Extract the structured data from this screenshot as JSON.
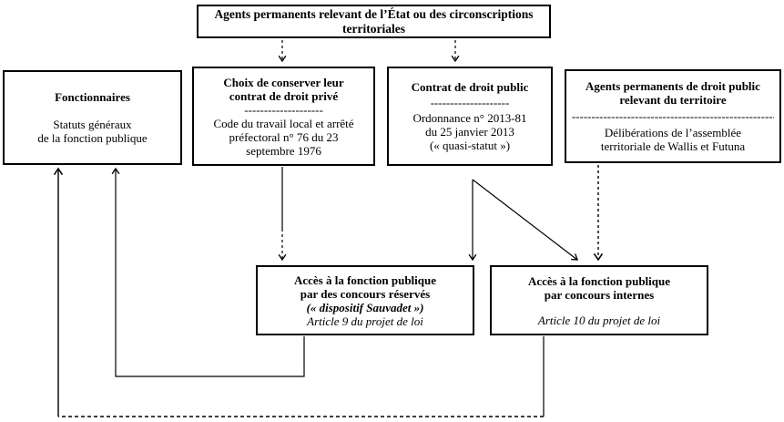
{
  "boxes": {
    "agents_etat": {
      "title": "Agents permanents relevant de l’État ou des circonscriptions\nterritoriales"
    },
    "fonctionnaires": {
      "title": "Fonctionnaires",
      "body": "Statuts généraux\nde la fonction publique"
    },
    "contrat_prive": {
      "title": "Choix de conserver leur\ncontrat de droit privé",
      "separator": "--------------------",
      "body": "Code du travail local et arrêté\npréfectoral n° 76 du 23\nseptembre 1976"
    },
    "contrat_public": {
      "title": "Contrat de droit public",
      "separator": "--------------------",
      "body": "Ordonnance n° 2013-81\ndu 25 janvier 2013\n(« quasi-statut »)"
    },
    "agents_territoire": {
      "title": "Agents permanents de droit public\nrelevant du territoire",
      "separator": "--------------------------------------------------------",
      "body": "Délibérations de l’assemblée\nterritoriale de Wallis et Futuna"
    },
    "concours_reserves": {
      "title": "Accès à la fonction publique\npar des concours réservés",
      "subtitle": "(« dispositif Sauvadet »)",
      "note": "Article 9 du projet de loi"
    },
    "concours_internes": {
      "title": "Accès à la fonction publique\npar concours internes",
      "note": "Article 10 du projet de loi"
    }
  },
  "colors": {
    "line": "#000000",
    "border": "#000000",
    "background": "#ffffff"
  }
}
